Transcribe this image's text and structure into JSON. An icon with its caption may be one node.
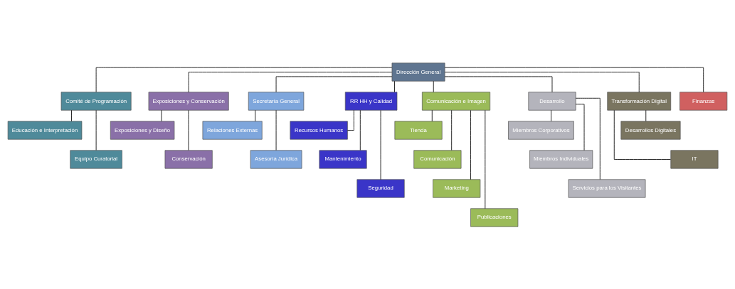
{
  "diagram": {
    "nodes": [
      {
        "text": [
          "Dirección General"
        ]
      },
      {
        "text": [
          "Comité de Programación"
        ]
      },
      {
        "text": [
          "Exposiciones y Conservación"
        ]
      },
      {
        "text": [
          "Secretaría General"
        ]
      },
      {
        "text": [
          "RR HH y Calidad"
        ]
      },
      {
        "text": [
          "Comunicación e Imagen"
        ]
      },
      {
        "text": [
          "Desarrollo"
        ]
      },
      {
        "text": [
          "Transformación Digital"
        ]
      },
      {
        "text": [
          "Finanzas"
        ]
      },
      {
        "text": [
          "Educación e Interpretación"
        ]
      },
      {
        "text": [
          "Equipo Curatorial"
        ]
      },
      {
        "text": [
          "Exposiciones y Diseño"
        ]
      },
      {
        "text": [
          "Conservación"
        ]
      },
      {
        "text": [
          "Relaciones Externas"
        ]
      },
      {
        "text": [
          "Asesoría Jurídica"
        ]
      },
      {
        "text": [
          "Recursos Humanos"
        ]
      },
      {
        "text": [
          "Mantenimiento"
        ]
      },
      {
        "text": [
          "Seguridad"
        ]
      },
      {
        "text": [
          "Tienda"
        ]
      },
      {
        "text": [
          "Comunicación"
        ]
      },
      {
        "text": [
          "Marketing"
        ]
      },
      {
        "text": [
          "Publicaciones"
        ]
      },
      {
        "text": [
          "Miembros Corporativos"
        ]
      },
      {
        "text": [
          "Miembros Individuales"
        ]
      },
      {
        "text": [
          "Servicios para los Visitantes"
        ]
      },
      {
        "text": [
          "Desarrollos Digitales"
        ]
      },
      {
        "text": [
          "IT"
        ]
      }
    ],
    "edges": [
      {
        "from": 0,
        "to": 1,
        "arrow": "none"
      },
      {
        "from": 0,
        "to": 2,
        "arrow": "none"
      },
      {
        "from": 0,
        "to": 3,
        "arrow": "none"
      },
      {
        "from": 0,
        "to": 4,
        "arrow": "none"
      },
      {
        "from": 0,
        "to": 5,
        "arrow": "none"
      },
      {
        "from": 0,
        "to": 6,
        "arrow": "none"
      },
      {
        "from": 0,
        "to": 7,
        "arrow": "none"
      },
      {
        "from": 0,
        "to": 8,
        "arrow": "none"
      },
      {
        "from": 1,
        "to": 9,
        "arrow": "none"
      },
      {
        "from": 1,
        "to": 10,
        "arrow": "none"
      },
      {
        "from": 2,
        "to": 11,
        "arrow": "none"
      },
      {
        "from": 2,
        "to": 12,
        "arrow": "none"
      },
      {
        "from": 3,
        "to": 13,
        "arrow": "none"
      },
      {
        "from": 3,
        "to": 14,
        "arrow": "none"
      },
      {
        "from": 4,
        "to": 15,
        "arrow": "none"
      },
      {
        "from": 4,
        "to": 16,
        "arrow": "none"
      },
      {
        "from": 4,
        "to": 17,
        "arrow": "none"
      },
      {
        "from": 5,
        "to": 18,
        "arrow": "none"
      },
      {
        "from": 5,
        "to": 19,
        "arrow": "none"
      },
      {
        "from": 5,
        "to": 20,
        "arrow": "none"
      },
      {
        "from": 5,
        "to": 21,
        "arrow": "none"
      },
      {
        "from": 6,
        "to": 22,
        "arrow": "none"
      },
      {
        "from": 6,
        "to": 23,
        "arrow": "none"
      },
      {
        "from": 6,
        "to": 24,
        "arrow": "none"
      },
      {
        "from": 7,
        "to": 25,
        "arrow": "none"
      },
      {
        "from": 7,
        "to": 26,
        "arrow": "none"
      }
    ]
  }
}
